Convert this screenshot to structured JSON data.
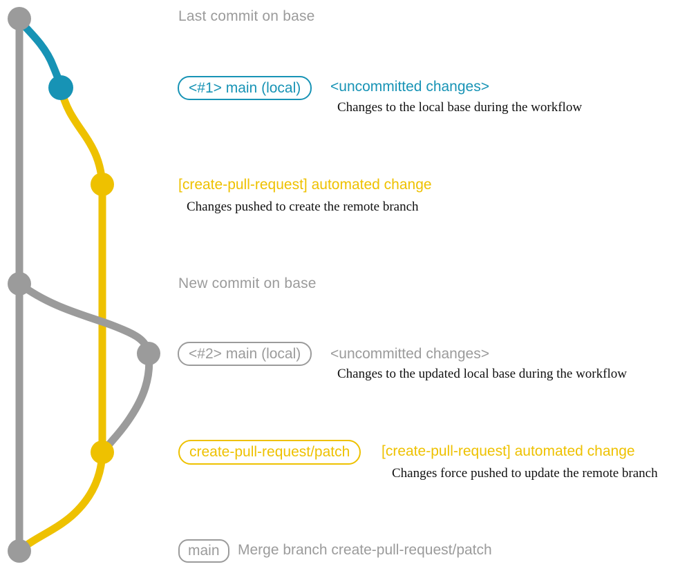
{
  "colors": {
    "gray": "#9b9b9b",
    "blue": "#1793b5",
    "yellow": "#eec100",
    "black": "#111111"
  },
  "annotations": {
    "last_commit_heading": "Last commit on base",
    "new_commit_heading": "New commit on base",
    "badge_main_local_1": "<#1> main (local)",
    "badge_main_local_2": "<#2> main (local)",
    "badge_patch_branch": "create-pull-request/patch",
    "badge_main": "main",
    "uncommitted_1": "<uncommitted changes>",
    "uncommitted_2": "<uncommitted changes>",
    "automated_change_1": "[create-pull-request] automated change",
    "automated_change_2": "[create-pull-request] automated change",
    "desc_local_base": "Changes to the local base during the workflow",
    "desc_pushed_create": "Changes pushed to create the remote branch",
    "desc_updated_local_base": "Changes to the updated local base during the workflow",
    "desc_force_pushed": "Changes force pushed to update the remote branch",
    "merge_text": "Merge branch create-pull-request/patch"
  }
}
